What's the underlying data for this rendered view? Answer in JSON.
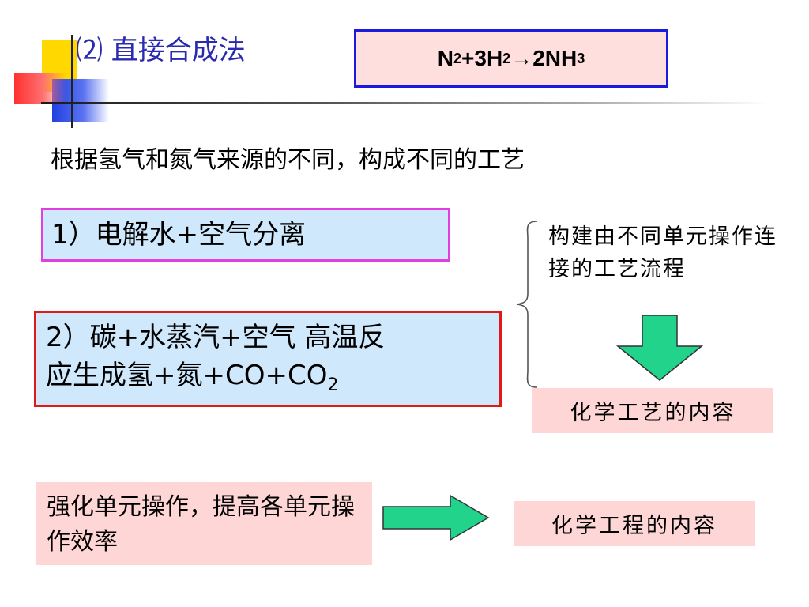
{
  "title": "⑵ 直接合成法",
  "equation": {
    "n": "N",
    "n_sub": "2",
    "plus_3h": "+3H",
    "h_sub": "2",
    "arrow": " →",
    "product": "2NH",
    "product_sub": "3"
  },
  "intro": "根据氢气和氮气来源的不同，构成不同的工艺",
  "route1": "1）电解水+空气分离",
  "route2": {
    "line1": "2）碳+水蒸汽+空气 高温反",
    "line2": "应生成氢+氮+CO+CO",
    "line2_sub": "2"
  },
  "process_note": "构建由不同单元操作连接的工艺流程",
  "chem_tech_label": "化学工艺的内容",
  "strengthen_text": "强化单元操作，提高各单元操作效率",
  "chem_eng_label": "化学工程的内容",
  "colors": {
    "title": "#2a2ab0",
    "equation_border": "#1a1ae0",
    "route1_border": "#e040e0",
    "route2_border": "#e01818",
    "box_fill": "#cfe8fb",
    "pink_fill": "#ffd6d6",
    "arrow_fill": "#22d38c"
  }
}
